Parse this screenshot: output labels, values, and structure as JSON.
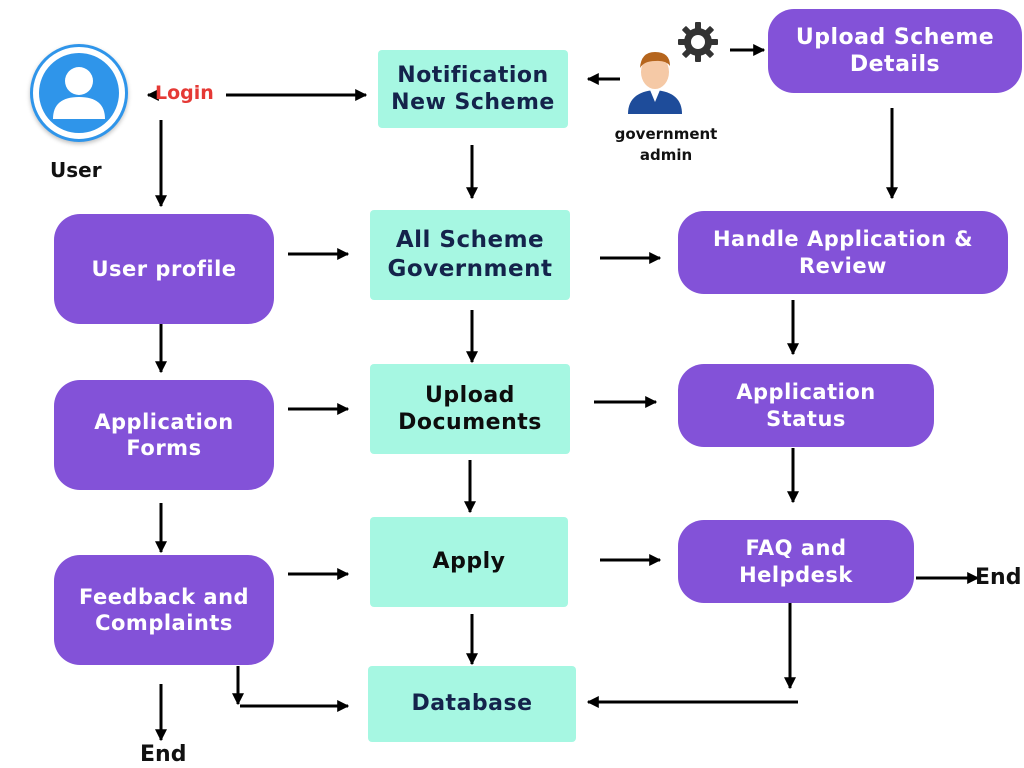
{
  "colors": {
    "process": "#8352d8",
    "data": "#a6f7e2",
    "login": "#e53935",
    "arrow": "#000000"
  },
  "icons": {
    "user": "user-avatar-icon",
    "admin": "admin-person-icon",
    "gear": "gear-icon"
  },
  "actors": {
    "user_label": "User",
    "admin_label": "government\nadmin"
  },
  "login_label": "Login",
  "end_labels": {
    "right": "End",
    "bottom": "End"
  },
  "nodes": {
    "notification": "Notification\nNew Scheme",
    "upload_scheme": "Upload  Scheme\nDetails",
    "user_profile": "User profile",
    "all_scheme": "All Scheme\nGovernment",
    "handle_application": "Handle Application &\nReview",
    "application_forms": "Application\nForms",
    "upload_documents": "Upload\nDocuments",
    "application_status": "Application\nStatus",
    "feedback": "Feedback and\nComplaints",
    "apply": "Apply",
    "faq": "FAQ and\nHelpdesk",
    "database": "Database"
  }
}
